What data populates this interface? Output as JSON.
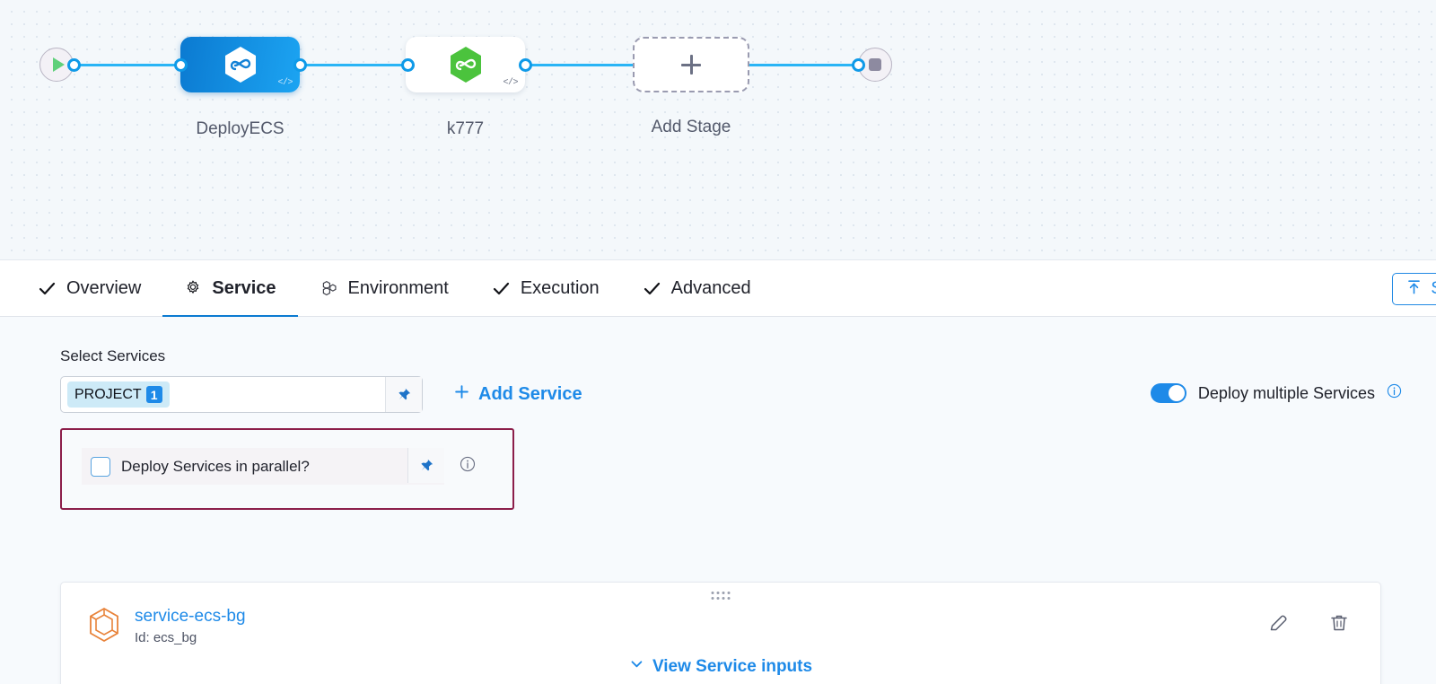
{
  "pipeline": {
    "start_node": "start-node",
    "end_node": "stop-node",
    "stages": [
      {
        "label": "DeployECS",
        "selected": true,
        "icon": "harness-hexagon-icon",
        "badge": "</>"
      },
      {
        "label": "k777",
        "selected": false,
        "icon": "harness-hexagon-icon",
        "badge": "</>"
      }
    ],
    "add_stage_label": "Add Stage"
  },
  "tabs": [
    {
      "label": "Overview",
      "icon": "check-icon",
      "active": false
    },
    {
      "label": "Service",
      "icon": "gear-icon",
      "active": true
    },
    {
      "label": "Environment",
      "icon": "environment-icon",
      "active": false
    },
    {
      "label": "Execution",
      "icon": "check-icon",
      "active": false
    },
    {
      "label": "Advanced",
      "icon": "check-icon",
      "active": false
    }
  ],
  "toolbar": {
    "save_label": "S"
  },
  "service_section": {
    "select_services_label": "Select Services",
    "chip_label": "PROJECT",
    "chip_count": "1",
    "add_service_label": "Add Service",
    "deploy_multiple_label": "Deploy multiple Services",
    "deploy_multiple_on": true,
    "parallel_label": "Deploy Services in parallel?",
    "parallel_checked": false
  },
  "service_card": {
    "name": "service-ecs-bg",
    "id_text": "Id: ecs_bg",
    "view_inputs_label": "View Service inputs"
  },
  "colors": {
    "accent_blue": "#1e8ae8",
    "edge_blue": "#29b4f5",
    "stage_selected_from": "#0b7ad1",
    "stage_selected_to": "#1ca4f2",
    "highlight_border": "#8c1e4a",
    "green": "#4bc33d",
    "service_icon_orange": "#e8833a",
    "canvas_bg": "#f4f8fb",
    "panel_bg": "#f7fafd"
  }
}
